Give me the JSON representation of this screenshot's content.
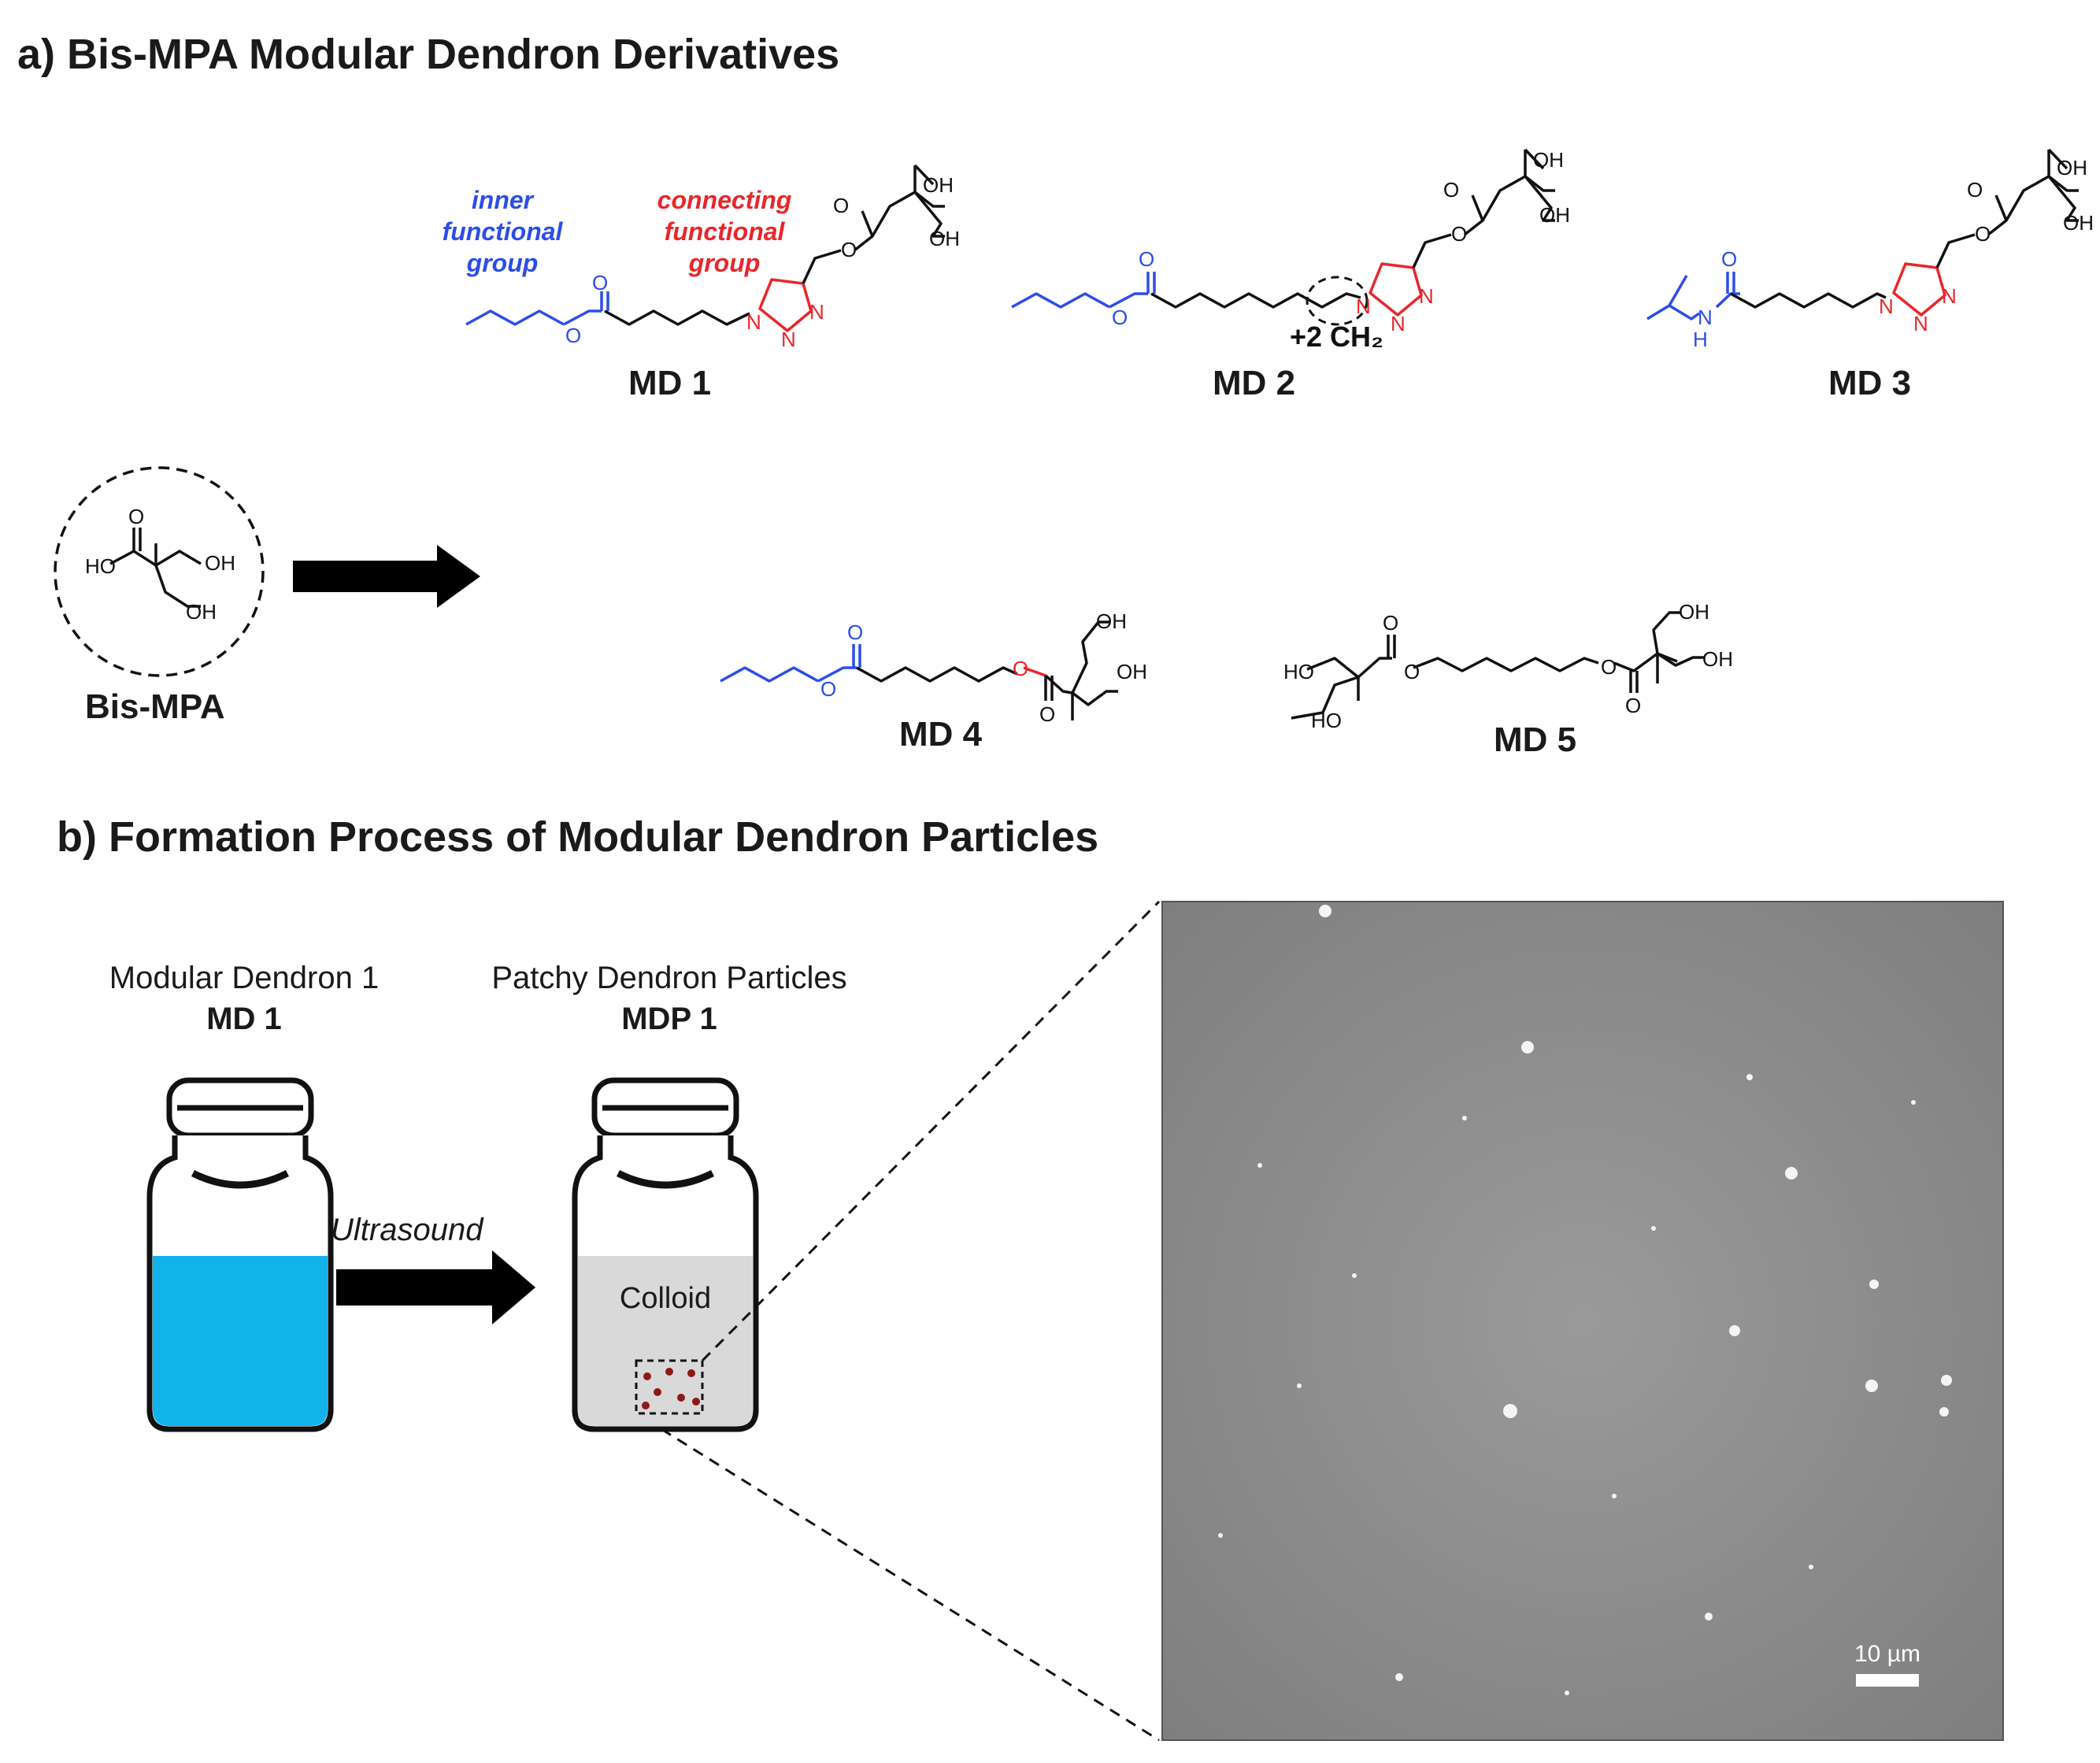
{
  "panel_a": {
    "heading": "a) Bis-MPA Modular Dendron Derivatives",
    "annotations": {
      "inner_functional_group": "inner functional group",
      "connecting_functional_group": "connecting functional group",
      "plus_ch2": "+2 CH₂"
    },
    "start_material": "Bis-MPA",
    "molecules": [
      "MD 1",
      "MD 2",
      "MD 3",
      "MD 4",
      "MD 5"
    ],
    "atoms": {
      "O": "O",
      "OH": "OH",
      "HO": "HO",
      "N": "N",
      "H": "H"
    },
    "colors": {
      "inner": "#2b4de8",
      "connecting": "#e8262b",
      "backbone": "#111111"
    }
  },
  "panel_b": {
    "heading": "b) Formation Process of Modular Dendron Particles",
    "vial1": {
      "caption_line1": "Modular Dendron 1",
      "caption_line2": "MD 1",
      "liquid_color": "#12b3ea"
    },
    "arrow_label": "Ultrasound",
    "vial2": {
      "caption_line1": "Patchy Dendron Particles",
      "caption_line2": "MDP 1",
      "content_label": "Colloid",
      "liquid_color": "#d9d9d9",
      "dot_color": "#8b1a1a"
    },
    "micrograph": {
      "scale_bar": "10 µm"
    }
  }
}
